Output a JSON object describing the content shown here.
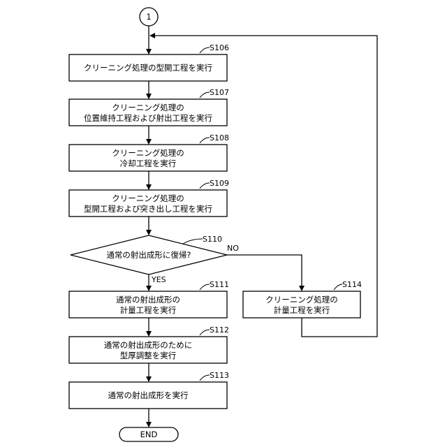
{
  "connector": {
    "label": "1"
  },
  "steps": {
    "s106": {
      "id": "S106",
      "lines": [
        "クリーニング処理の型開工程を実行"
      ]
    },
    "s107": {
      "id": "S107",
      "lines": [
        "クリーニング処理の",
        "位置維持工程および射出工程を実行"
      ]
    },
    "s108": {
      "id": "S108",
      "lines": [
        "クリーニング処理の",
        "冷却工程を実行"
      ]
    },
    "s109": {
      "id": "S109",
      "lines": [
        "クリーニング処理の",
        "型開工程および突き出し工程を実行"
      ]
    },
    "s110": {
      "id": "S110",
      "lines": [
        "通常の射出成形に復帰?"
      ]
    },
    "s111": {
      "id": "S111",
      "lines": [
        "通常の射出成形の",
        "計量工程を実行"
      ]
    },
    "s112": {
      "id": "S112",
      "lines": [
        "通常の射出成形のために",
        "型厚調整を実行"
      ]
    },
    "s113": {
      "id": "S113",
      "lines": [
        "通常の射出成形を実行"
      ]
    },
    "s114": {
      "id": "S114",
      "lines": [
        "クリーニング処理の",
        "計量工程を実行"
      ]
    }
  },
  "branches": {
    "yes": "YES",
    "no": "NO"
  },
  "terminal": {
    "label": "END"
  }
}
